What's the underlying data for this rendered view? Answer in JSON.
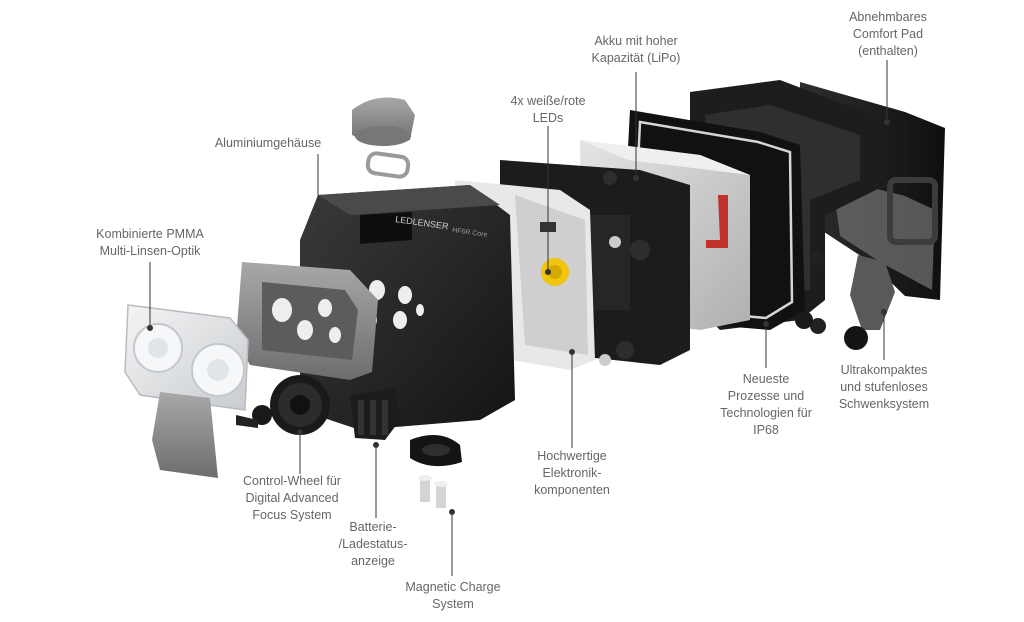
{
  "labels": {
    "comfort_pad": "Abnehmbares\nComfort Pad\n(enthalten)",
    "akku": "Akku mit hoher\nKapazität (LiPo)",
    "leds": "4x weiße/rote\nLEDs",
    "gehaeuse": "Aluminiumgehäuse",
    "optik": "Kombinierte PMMA\nMulti-Linsen-Optik",
    "ip68": "Neueste\nProzesse und\nTechnologien für\nIP68",
    "schwenk": "Ultrakompaktes\nund stufenloses\nSchwenksystem",
    "elektronik": "Hochwertige\nElektronik-\nkomponenten",
    "control_wheel": "Control-Wheel für\nDigital Advanced\nFocus System",
    "ladestatus": "Batterie-\n/Ladestatus-\nanzeige",
    "magnetic": "Magnetic Charge\nSystem"
  },
  "product_marks": {
    "brand": "LEDLENSER",
    "model": "HF6R Core"
  },
  "colors": {
    "housing": "#2b2b2b",
    "housing_dark": "#161616",
    "grey_part": "#8e8e8e",
    "battery": "#c9c9c9",
    "accent_red": "#c0312b",
    "led_yellow": "#f1c40f",
    "label_text": "#666666",
    "leader_line": "#333333"
  }
}
